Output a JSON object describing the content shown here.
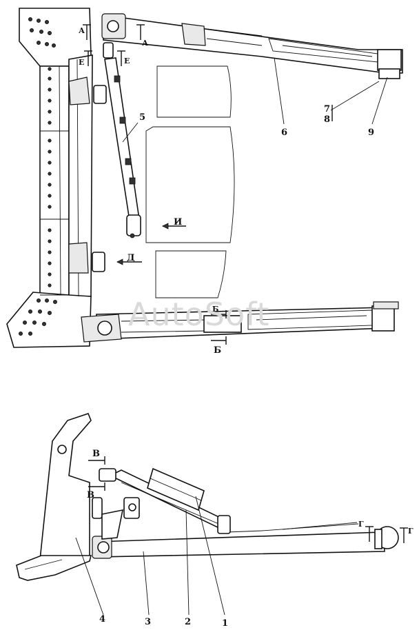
{
  "watermark": "AutoSoft",
  "callouts": {
    "c1": "1",
    "c2": "2",
    "c3": "3",
    "c4": "4",
    "c5": "5",
    "c6": "6",
    "c78a": "7",
    "c78b": "8",
    "c9": "9"
  },
  "sections": {
    "a_left": "А",
    "a_right": "А",
    "e_left": "Е",
    "e_right": "Е",
    "i": "И",
    "d": "Д",
    "b_top": "Б",
    "b_bottom": "Б",
    "v_top": "В",
    "v_bottom": "В",
    "g_left": "Г",
    "g_right": "Г"
  }
}
